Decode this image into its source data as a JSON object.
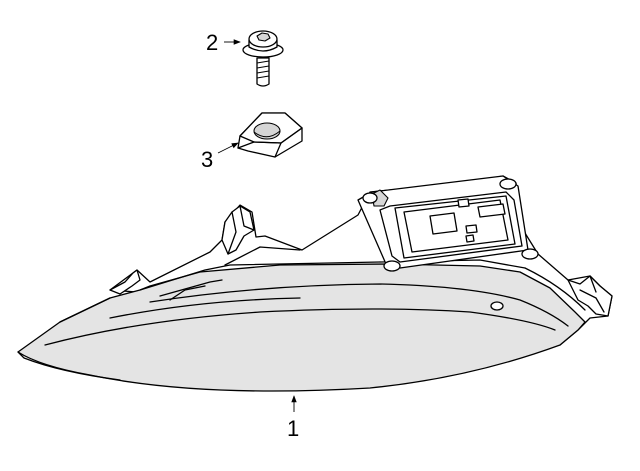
{
  "diagram": {
    "callouts": [
      {
        "id": "headlamp",
        "label": "1"
      },
      {
        "id": "bolt",
        "label": "2"
      },
      {
        "id": "clip-nut",
        "label": "3"
      }
    ]
  }
}
